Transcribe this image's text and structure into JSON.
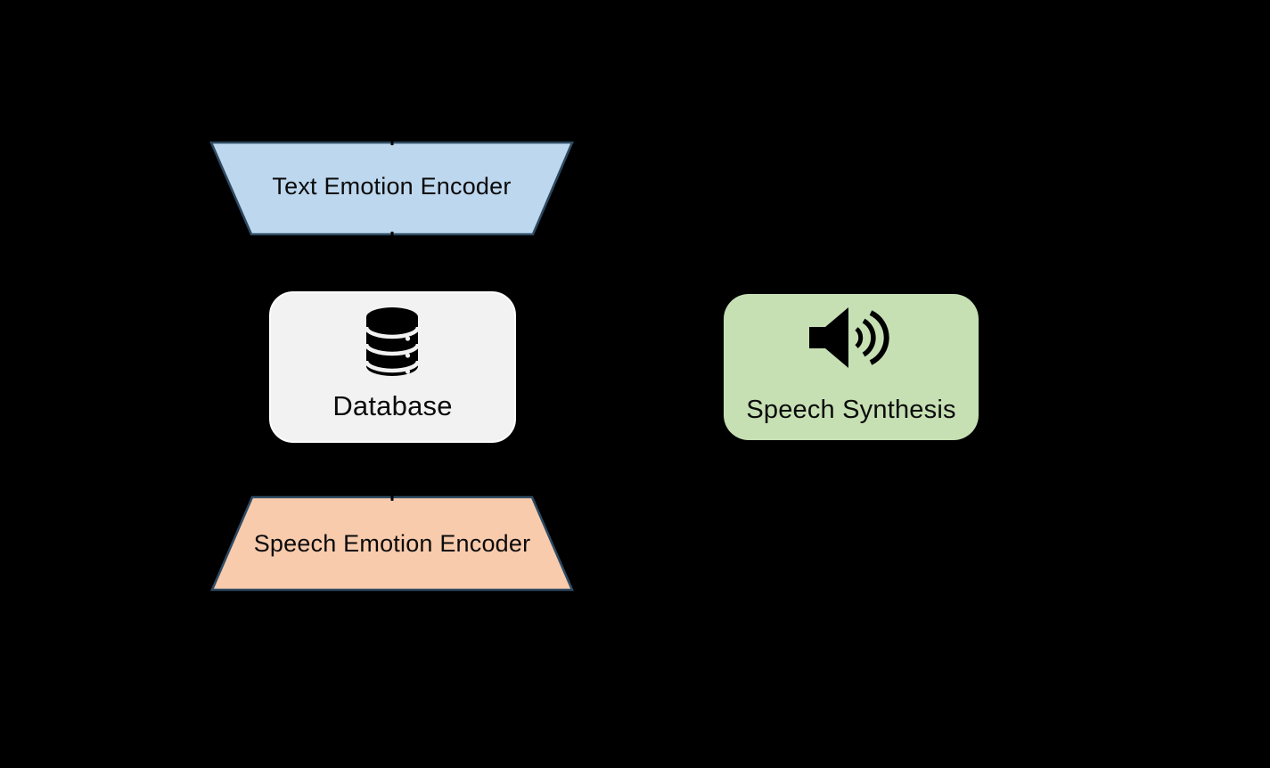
{
  "diagram": {
    "background_color": "#000000",
    "label_color": "#0b0b0b",
    "connector_color": "#000000",
    "nodes": {
      "text_emotion_encoder": {
        "label": "Text Emotion Encoder",
        "shape": "inverted-trapezoid",
        "fill": "#BDD7EE",
        "border": "#2E4A62"
      },
      "database": {
        "label": "Database",
        "shape": "rounded-rectangle",
        "fill": "#F2F2F2",
        "border": "#FDFDFD",
        "icon": "database-icon",
        "icon_color": "#000000"
      },
      "speech_emotion_encoder": {
        "label": "Speech Emotion Encoder",
        "shape": "trapezoid",
        "fill": "#F8CBAD",
        "border": "#2E4A62"
      },
      "speech_synthesis": {
        "label": "Speech Synthesis",
        "shape": "rounded-rectangle",
        "fill": "#C6E0B4",
        "icon": "speaker-icon",
        "icon_color": "#000000"
      }
    }
  }
}
